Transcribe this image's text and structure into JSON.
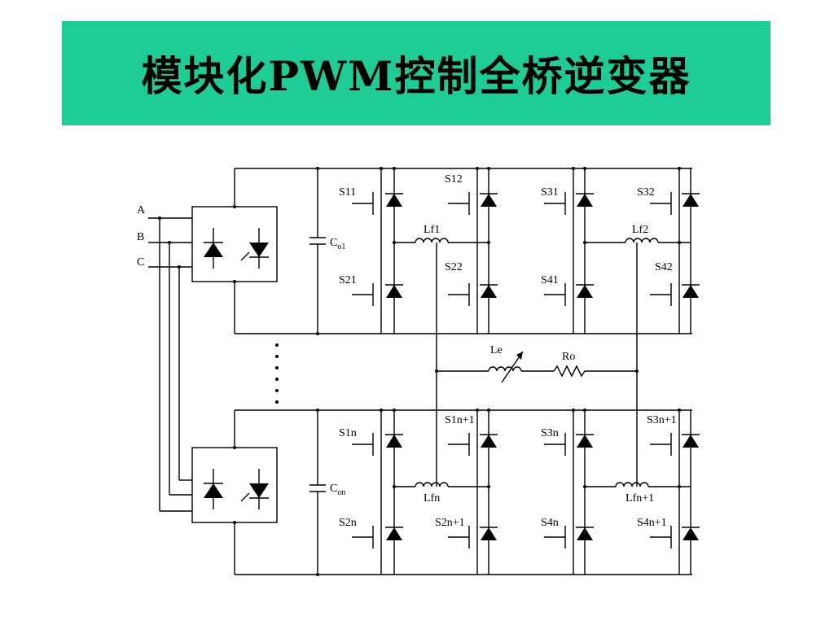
{
  "title": "模块化PWM控制全桥逆变器",
  "colors": {
    "title_background": "#1ecc96",
    "wire": "#000000"
  },
  "diagram": {
    "phases": [
      "A",
      "B",
      "C"
    ],
    "capacitors": [
      {
        "main": "C",
        "sub": "o1"
      },
      {
        "main": "C",
        "sub": "on"
      }
    ],
    "switches": {
      "top_module": [
        "S11",
        "S12",
        "S31",
        "S32",
        "S21",
        "S22",
        "S41",
        "S42"
      ],
      "bottom_module": [
        "S1n",
        "S1n+1",
        "S3n",
        "S3n+1",
        "S2n",
        "S2n+1",
        "S4n",
        "S4n+1"
      ]
    },
    "inductors": [
      "Lf1",
      "Lf2",
      "Lfn",
      "Lfn+1"
    ],
    "load": {
      "inductor": "Le",
      "resistor": "Ro"
    }
  }
}
